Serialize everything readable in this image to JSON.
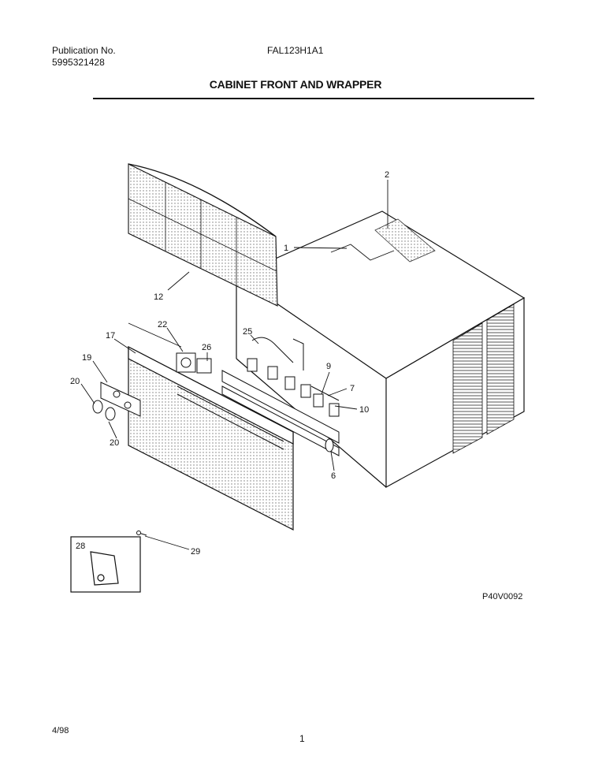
{
  "header": {
    "publication_label": "Publication No.",
    "publication_number": "5995321428",
    "model": "FAL123H1A1"
  },
  "title": "CABINET FRONT AND WRAPPER",
  "part_labels": {
    "p1": "1",
    "p2": "2",
    "p6": "6",
    "p7": "7",
    "p9": "9",
    "p10": "10",
    "p12": "12",
    "p17": "17",
    "p19": "19",
    "p20a": "20",
    "p20b": "20",
    "p22": "22",
    "p25": "25",
    "p26": "26",
    "p28": "28",
    "p29": "29"
  },
  "figure_id": "P40V0092",
  "footer": {
    "date": "4/98",
    "page": "1"
  }
}
